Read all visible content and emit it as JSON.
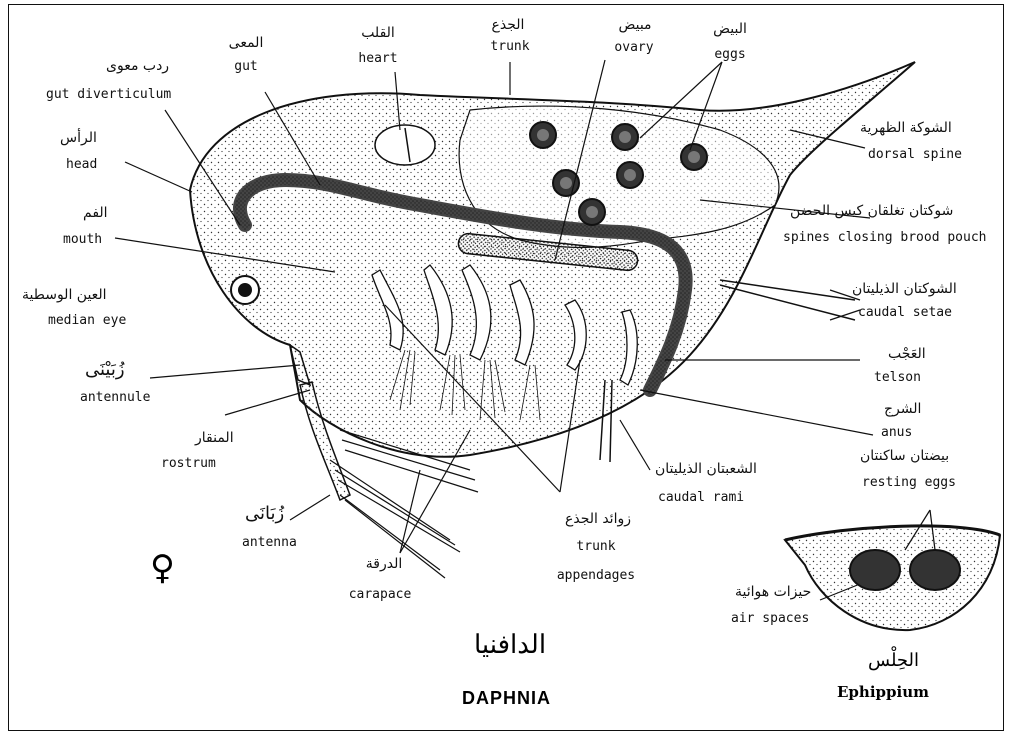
{
  "figure": {
    "title_ar": "الدافنيا",
    "title_en": "DAPHNIA",
    "female_symbol": "♀",
    "ephippium_ar": "الحِلْس",
    "ephippium_en": "Ephippium"
  },
  "labels": {
    "gut_diverticulum": {
      "ar": "ردب معوى",
      "en": "gut diverticulum"
    },
    "gut": {
      "ar": "المعى",
      "en": "gut"
    },
    "heart": {
      "ar": "القلب",
      "en": "heart"
    },
    "trunk": {
      "ar": "الجذع",
      "en": "trunk"
    },
    "ovary": {
      "ar": "مبيض",
      "en": "ovary"
    },
    "eggs": {
      "ar": "البيض",
      "en": "eggs"
    },
    "head": {
      "ar": "الرأس",
      "en": "head"
    },
    "dorsal_spine": {
      "ar": "الشوكة الظهرية",
      "en": "dorsal spine"
    },
    "mouth": {
      "ar": "الفم",
      "en": "mouth"
    },
    "spines_brood": {
      "ar": "شوكتان تغلقان كيس الحضن",
      "en": "spines closing brood pouch"
    },
    "median_eye": {
      "ar": "العين الوسطية",
      "en": "median eye"
    },
    "caudal_setae": {
      "ar": "الشوكتان الذيليتان",
      "en": "caudal setae"
    },
    "antennule": {
      "ar": "زُبَيْنَى",
      "en": "antennule"
    },
    "telson": {
      "ar": "العَجْب",
      "en": "telson"
    },
    "rostrum": {
      "ar": "المنقار",
      "en": "rostrum"
    },
    "anus": {
      "ar": "الشرج",
      "en": "anus"
    },
    "caudal_rami": {
      "ar": "الشعبتان الذيليتان",
      "en": "caudal rami"
    },
    "antenna": {
      "ar": "زُبَانَى",
      "en": "antenna"
    },
    "trunk_appendages": {
      "ar": "زوائد الجذع",
      "en1": "trunk",
      "en2": "appendages"
    },
    "carapace": {
      "ar": "الدرقة",
      "en": "carapace"
    },
    "resting_eggs": {
      "ar": "بيضتان ساكنتان",
      "en": "resting eggs"
    },
    "air_spaces": {
      "ar": "حيزات هوائية",
      "en": "air spaces"
    }
  },
  "colors": {
    "ink": "#111111",
    "paper": "#ffffff"
  }
}
